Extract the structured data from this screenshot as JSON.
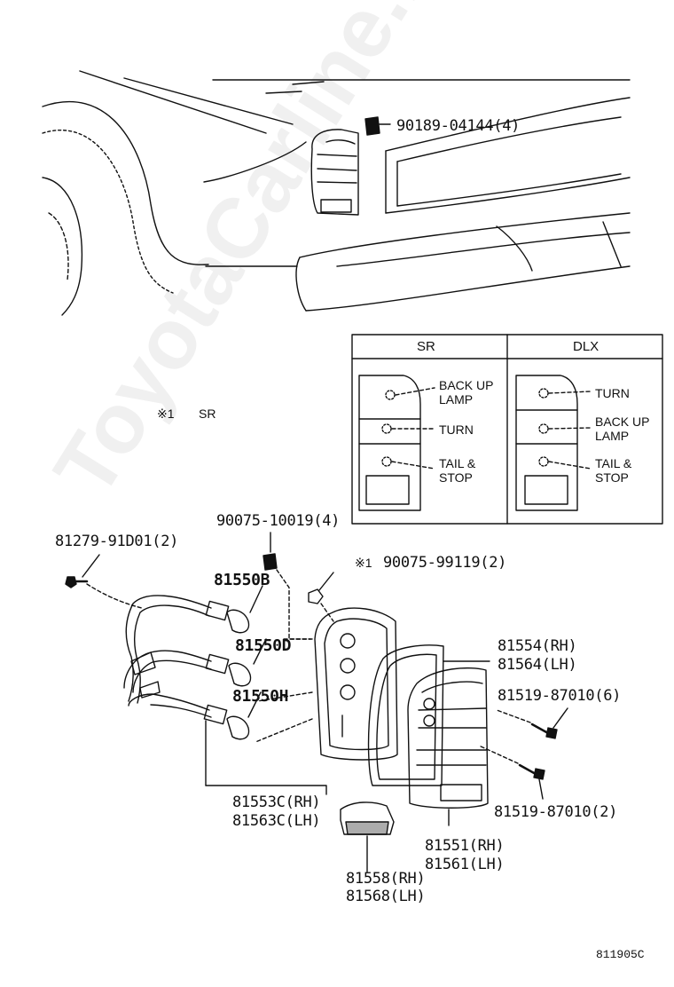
{
  "watermark": "ToyotaCarline.ru",
  "diagram_ref": "811905C",
  "note": {
    "mark": "※1",
    "text": "SR"
  },
  "legend_table": {
    "headers": [
      "SR",
      "DLX"
    ],
    "sr_labels": {
      "top": "BACK UP\nLAMP",
      "middle": "TURN",
      "bottom": "TAIL &\nSTOP"
    },
    "dlx_labels": {
      "top": "TURN",
      "middle": "BACK UP\nLAMP",
      "bottom": "TAIL &\nSTOP"
    }
  },
  "parts": {
    "clip_top": "90189-04144(4)",
    "screw_top": "90075-10019(4)",
    "screw_left": "81279-91D01(2)",
    "nut_mark": "※1",
    "nut": "90075-99119(2)",
    "bulb_b": "81550B",
    "bulb_d": "81550D",
    "bulb_h": "81550H",
    "gasket_rh": "81554(RH)",
    "gasket_lh": "81564(LH)",
    "screw_upper": "81519-87010(6)",
    "screw_lower": "81519-87010(2)",
    "socket_rh": "81553C(RH)",
    "socket_lh": "81563C(LH)",
    "lens_rh": "81551(RH)",
    "lens_lh": "81561(LH)",
    "reflector_rh": "81558(RH)",
    "reflector_lh": "81568(LH)"
  }
}
